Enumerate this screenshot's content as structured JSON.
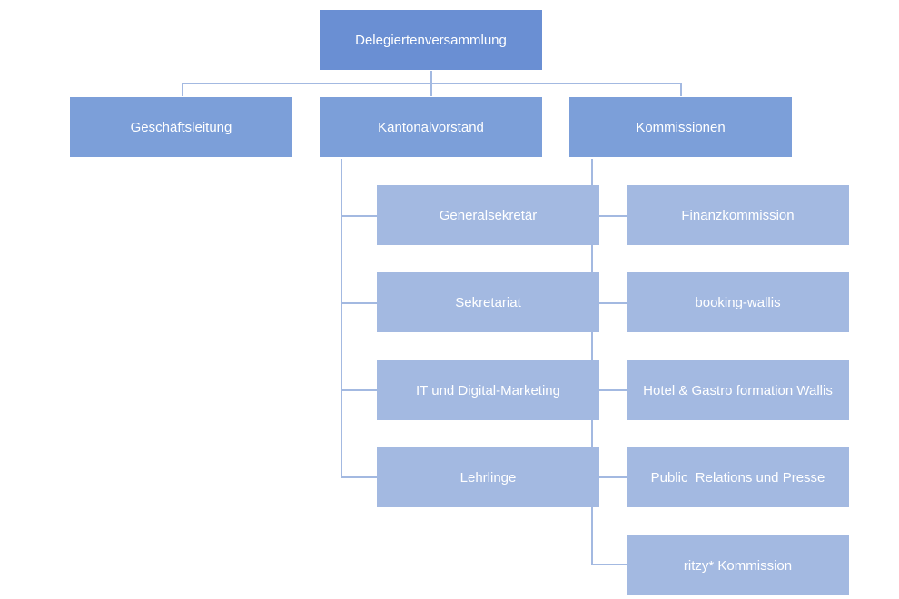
{
  "colors": {
    "root": "#6a8fd3",
    "level1": "#7c9fd9",
    "level2": "#a3b9e1",
    "connector": "#a3b9e1",
    "text": "#ffffff"
  },
  "root": {
    "label": "Delegiertenversammlung"
  },
  "level1": [
    {
      "label": "Geschäftsleitung"
    },
    {
      "label": "Kantonalvorstand"
    },
    {
      "label": "Kommissionen"
    }
  ],
  "kantonalvorstand_children": [
    {
      "label": "Generalsekretär"
    },
    {
      "label": "Sekretariat"
    },
    {
      "label": "IT und Digital-Marketing"
    },
    {
      "label": "Lehrlinge"
    }
  ],
  "kommissionen_children": [
    {
      "label": "Finanzkommission"
    },
    {
      "label": "booking-wallis"
    },
    {
      "label": "Hotel & Gastro formation Wallis"
    },
    {
      "label": "Public  Relations und Presse"
    },
    {
      "label": "ritzy* Kommission"
    }
  ]
}
